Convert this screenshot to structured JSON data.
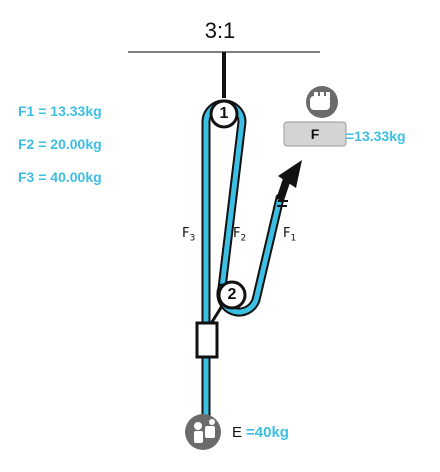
{
  "title": "3:1",
  "forces": {
    "f1": "F1 = 13.33kg",
    "f2": "F2 = 20.00kg",
    "f3": "F3 = 40.00kg"
  },
  "labels": {
    "f1_main": "F",
    "f1_sub": "1",
    "f2_main": "F",
    "f2_sub": "2",
    "f3_main": "F",
    "f3_sub": "3"
  },
  "pulleys": {
    "p1": "1",
    "p2": "2"
  },
  "pull": {
    "box_label": "F",
    "value": "=13.33kg"
  },
  "load": {
    "label": "E",
    "value": "=40kg"
  },
  "colors": {
    "rope": "#3cbfe3",
    "accent": "#3cbfe3",
    "icon_gray": "#6b6b6b"
  },
  "icons": {
    "hand": "hand-icon",
    "person": "worker-icon"
  }
}
